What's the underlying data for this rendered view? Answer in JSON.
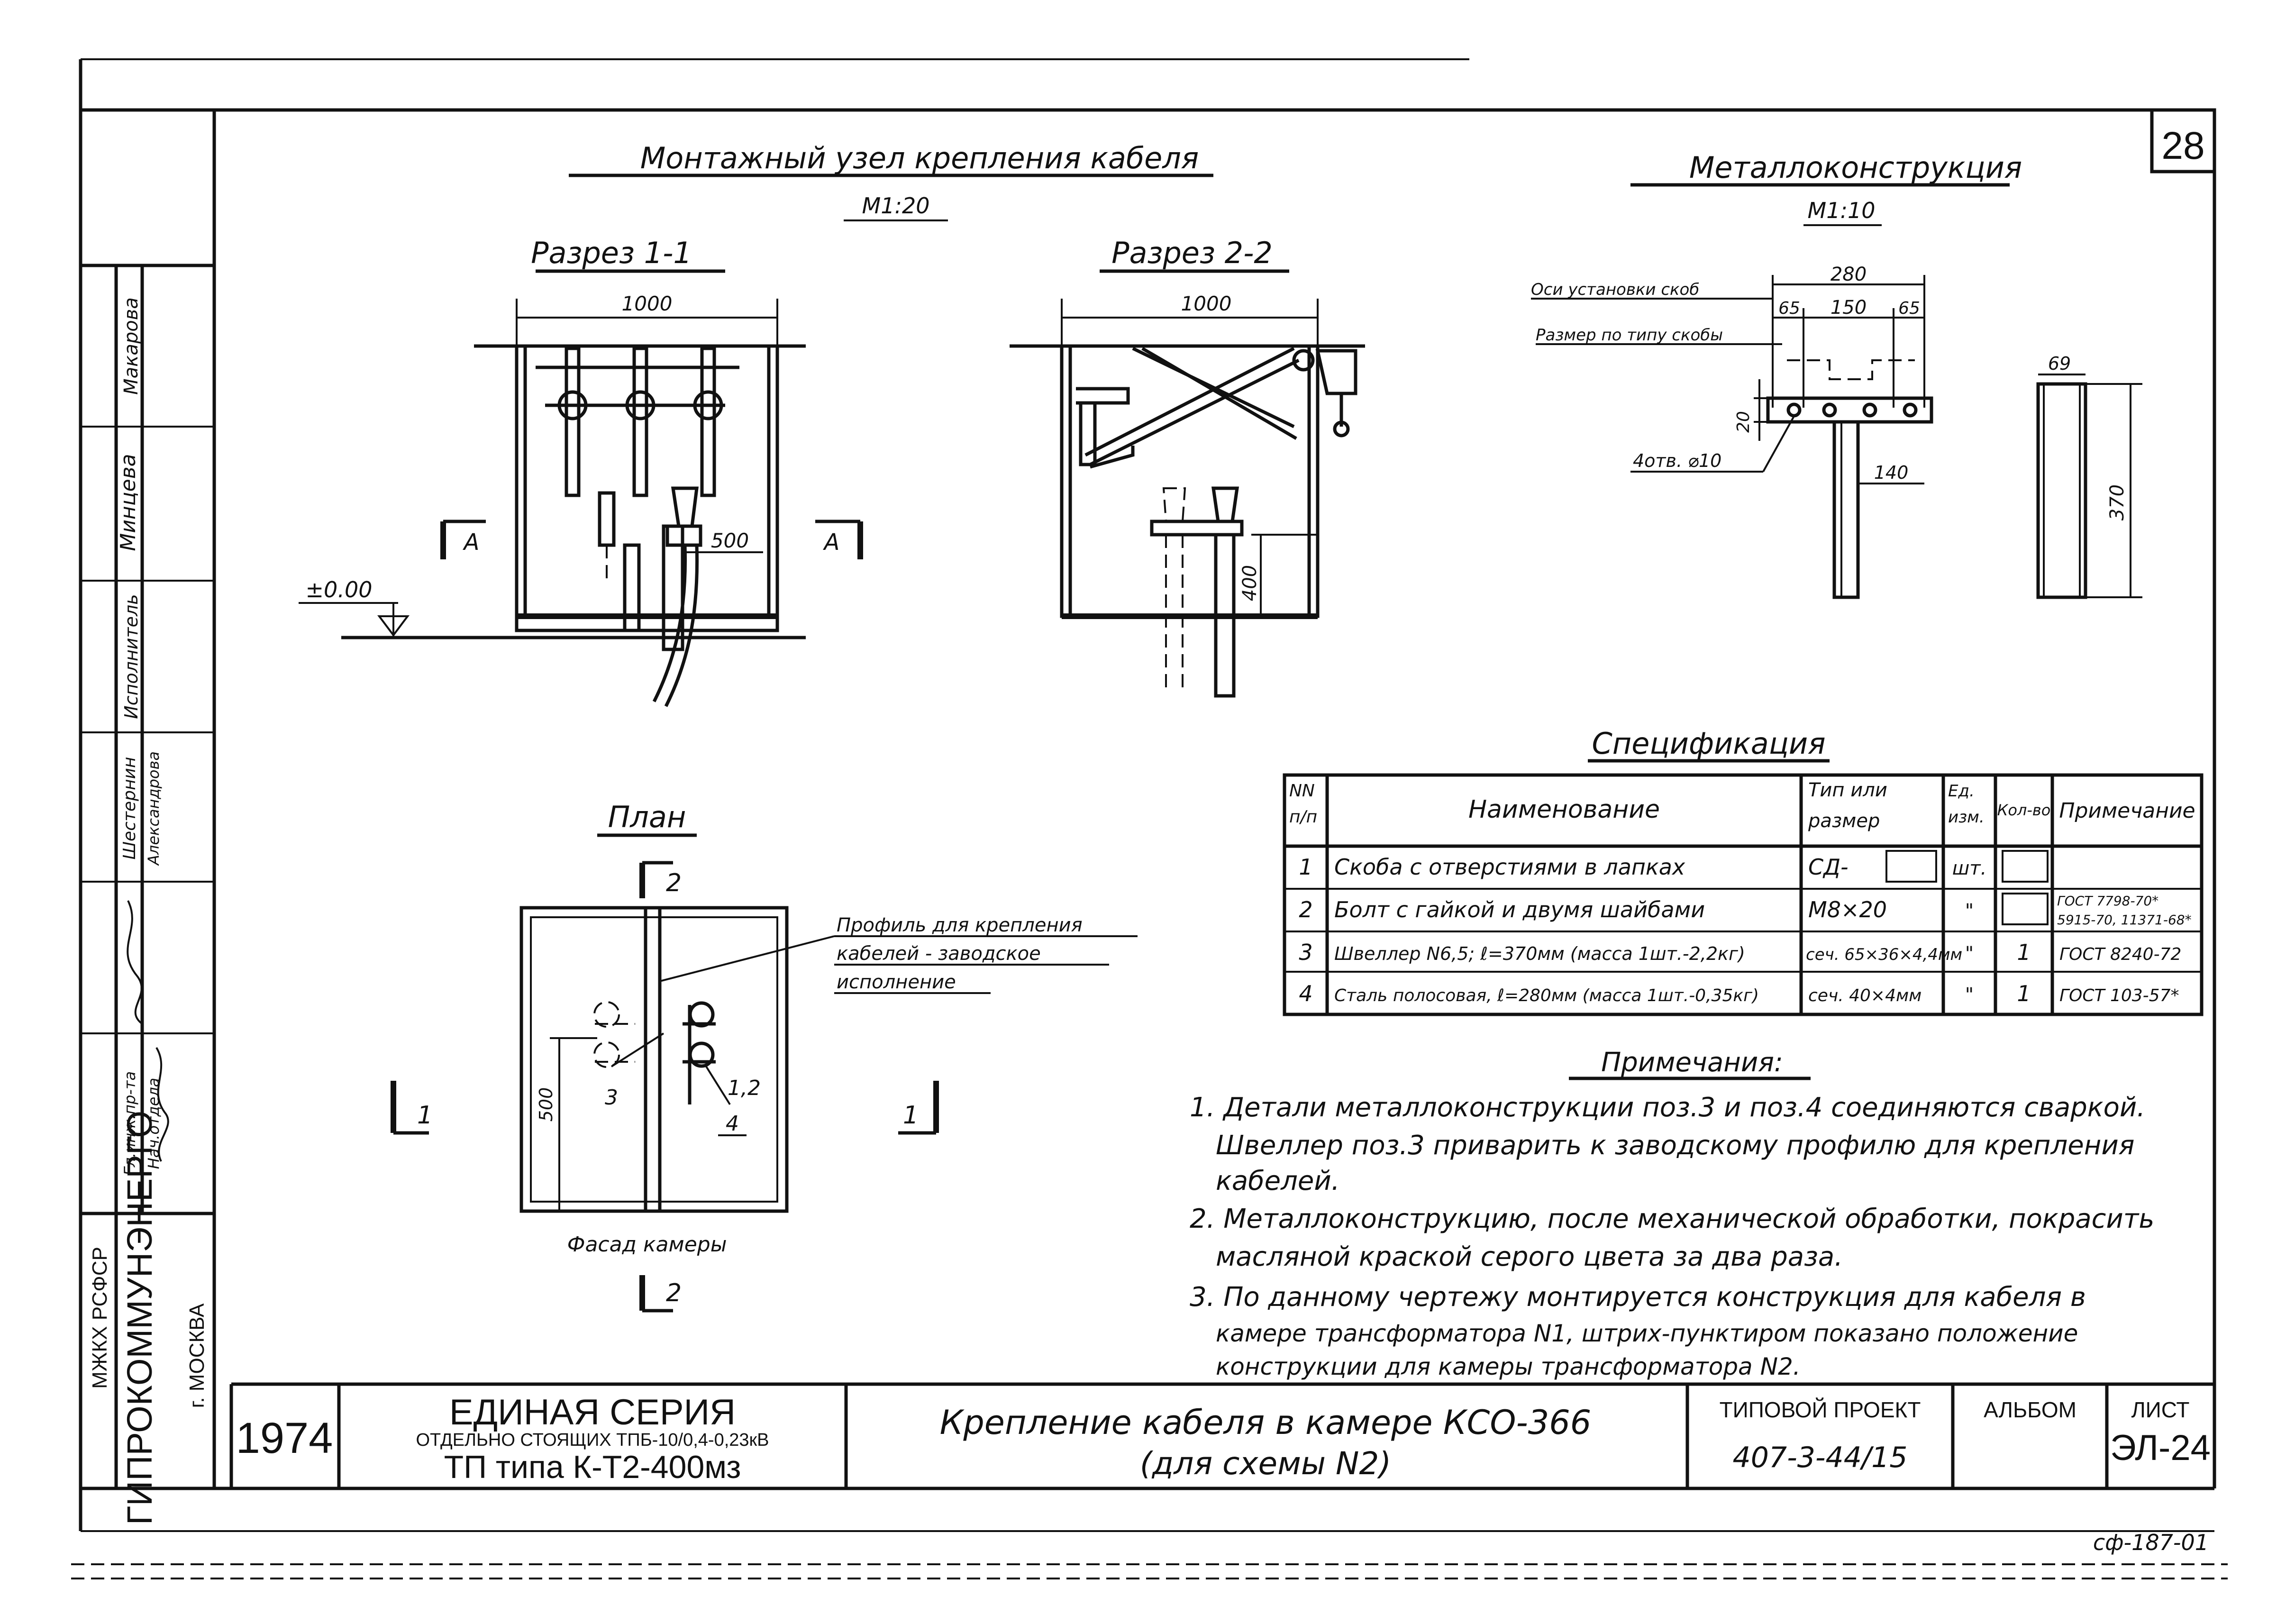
{
  "page_number": "28",
  "doc_code": "сф-187-01",
  "main_title": "Монтажный узел крепления кабеля",
  "main_scale": "М1:20",
  "section1": {
    "title": "Разрез 1-1",
    "width_dim": "1000",
    "dim_500": "500",
    "level": "±0.00",
    "cut_left": "А",
    "cut_right": "А"
  },
  "section2": {
    "title": "Разрез 2-2",
    "width_dim": "1000",
    "dim_400": "400"
  },
  "metal": {
    "title": "Металлоконструкция",
    "scale": "М1:10",
    "label_axes": "Оси установки скоб",
    "label_size": "Размер по типу скобы",
    "dim_280": "280",
    "dim_65a": "65",
    "dim_150": "150",
    "dim_65b": "65",
    "dim_20": "20",
    "holes": "4отв. ⌀10",
    "dim_140": "140",
    "dim_69": "69",
    "dim_370": "370"
  },
  "plan": {
    "title": "План",
    "cut_top": "2",
    "cut_bottom": "2",
    "cut_left": "1",
    "cut_right": "1",
    "dim_500": "500",
    "pos_3": "3",
    "pos_12": "1,2",
    "pos_4": "4",
    "facade": "Фасад камеры",
    "profile_label": [
      "Профиль для крепления",
      "кабелей - заводское",
      "исполнение"
    ]
  },
  "spec": {
    "title": "Спецификация",
    "headers": [
      [
        "NN",
        "п/п"
      ],
      [
        "Наименование"
      ],
      [
        "Тип или",
        "размер"
      ],
      [
        "Ед.",
        "изм."
      ],
      [
        "Кол-во"
      ],
      [
        "Примечание"
      ]
    ],
    "rows": [
      {
        "n": "1",
        "name": "Скоба с отверстиями в лапках",
        "type": "СД-",
        "unit": "шт.",
        "qty": "",
        "note": []
      },
      {
        "n": "2",
        "name": "Болт с гайкой и двумя шайбами",
        "type": "М8×20",
        "unit": "\"",
        "qty": "",
        "note": [
          "ГОСТ 7798-70*",
          "5915-70, 11371-68*"
        ]
      },
      {
        "n": "3",
        "name": "Швеллер N6,5; ℓ=370мм (масса 1шт.-2,2кг)",
        "type": "сеч. 65×36×4,4мм",
        "unit": "\"",
        "qty": "1",
        "note": [
          "ГОСТ 8240-72"
        ]
      },
      {
        "n": "4",
        "name": "Сталь полосовая, ℓ=280мм (масса 1шт.-0,35кг)",
        "type": "сеч. 40×4мм",
        "unit": "\"",
        "qty": "1",
        "note": [
          "ГОСТ 103-57*"
        ]
      }
    ]
  },
  "notes": {
    "title": "Примечания:",
    "lines": [
      "1. Детали металлоконструкции поз.3 и поз.4 соединяются сваркой.",
      "Швеллер поз.3 приварить к заводскому профилю для крепления",
      "кабелей.",
      "2. Металлоконструкцию, после механической обработки, покрасить",
      "масляной краской серого цвета за два раза.",
      "3. По данному чертежу монтируется конструкция для кабеля в",
      "камере трансформатора N1, штрих-пунктиром показано положение",
      "конструкции для камеры трансформатора N2."
    ]
  },
  "side_stamp": {
    "roles": [
      "Макарова",
      "Исполнитель",
      "Шестернин",
      "Александрова",
      "Гл.инж.пр-та",
      "Нач.отдела"
    ],
    "signatures": [
      "Минцева"
    ],
    "org": [
      "МЖКХ РСФСР",
      "ГИПРОКОММУНЭНЕРГО",
      "г. МОСКВА"
    ]
  },
  "title_block": {
    "year": "1974",
    "series_1": "ЕДИНАЯ СЕРИЯ",
    "series_2": "ОТДЕЛЬНО СТОЯЩИХ ТПБ-10/0,4-0,23кВ",
    "series_3": "ТП типа К-Т2-400мз",
    "drawing_title_1": "Крепление кабеля в камере КСО-366",
    "drawing_title_2": "(для схемы N2)",
    "project_label": "ТИПОВОЙ ПРОЕКТ",
    "project_value": "407-3-44/15",
    "album_label": "АЛЬБОМ",
    "sheet_label": "ЛИСТ",
    "sheet_value": "ЭЛ-24"
  }
}
